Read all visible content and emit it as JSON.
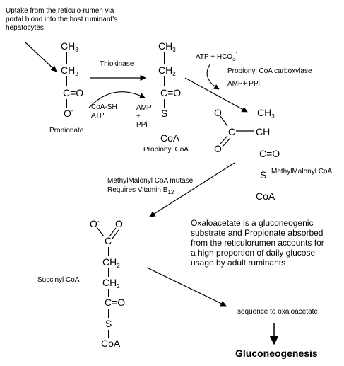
{
  "uptake_note": {
    "line1": "Uptake from the reticulo-rumen via",
    "line2": "portal blood into the host ruminant's",
    "line3": "hepatocytes"
  },
  "propionate": {
    "ch3": "CH",
    "ch3_sub": "3",
    "ch2": "CH",
    "ch2_sub": "2",
    "co": "C=O",
    "o": "O",
    "o_charge": "-",
    "name": "Propionate"
  },
  "thiokinase": {
    "enzyme": "Thiokinase",
    "in1": "CoA-SH",
    "in2": "ATP",
    "out1": "AMP",
    "out_plus": "+",
    "out2": "PPi"
  },
  "propionyl_coa": {
    "ch3": "CH",
    "ch3_sub": "3",
    "ch2": "CH",
    "ch2_sub": "2",
    "co": "C=O",
    "s": "S",
    "coa": "CoA",
    "name": "Propionyl CoA"
  },
  "carboxylase": {
    "in_atp": "ATP + HCO",
    "in_sub": "3",
    "in_sup": "-",
    "enzyme": "Propionyl CoA carboxylase",
    "out": "AMP+ PPi"
  },
  "methylmalonyl_coa": {
    "o_top": "O",
    "o_charge": "-",
    "c": "C",
    "ch": "CH",
    "ch3": "CH",
    "ch3_sub": "3",
    "o_bottom": "O",
    "co": "C=O",
    "s": "S",
    "coa": "CoA",
    "name": "MethylMalonyl CoA"
  },
  "mutase": {
    "line1": "MethylMalonyl CoA mutase:",
    "line2": "Requires Vitamin B",
    "line2_sub": "12"
  },
  "succinyl_coa": {
    "o_left": "O",
    "o_charge": "-",
    "o_right": "O",
    "c": "C",
    "ch2a": "CH",
    "ch2a_sub": "2",
    "ch2b": "CH",
    "ch2b_sub": "2",
    "co": "C=O",
    "s": "S",
    "coa": "CoA",
    "name": "Succinyl CoA"
  },
  "oxaloacetate_note": {
    "line1": "Oxaloacetate is a gluconeogenic",
    "line2": "substrate and Propionate absorbed",
    "line3": "from the reticulorumen accounts for",
    "line4": "a high proportion of daily glucose",
    "line5": "usage by adult ruminants"
  },
  "sequence": "sequence to oxaloacetate",
  "gluconeogenesis": "Gluconeogenesis"
}
